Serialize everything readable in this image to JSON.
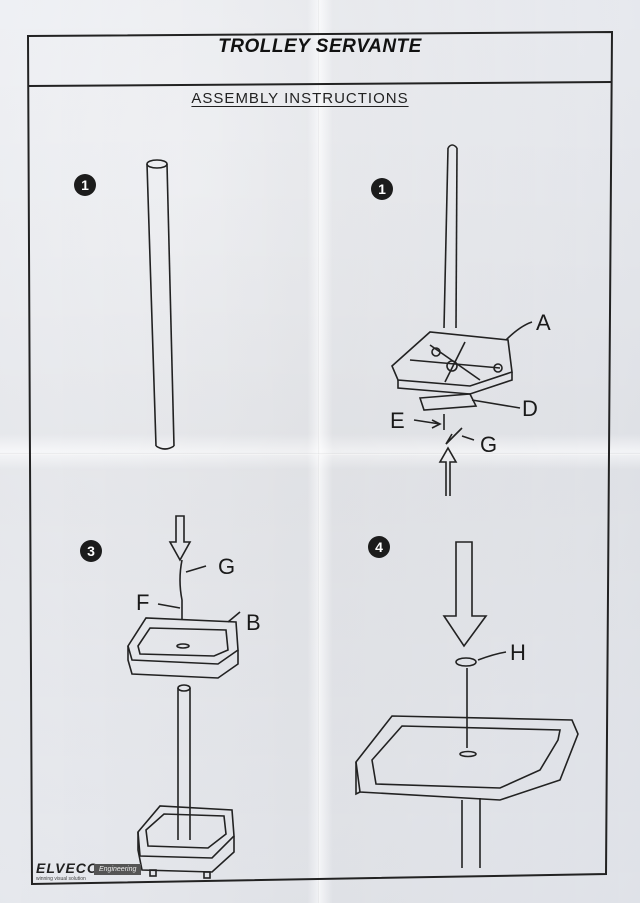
{
  "document": {
    "title": "TROLLEY SERVANTE",
    "subtitle": "ASSEMBLY INSTRUCTIONS"
  },
  "steps": [
    {
      "badge": "1"
    },
    {
      "badge": "1"
    },
    {
      "badge": "3"
    },
    {
      "badge": "4"
    }
  ],
  "part_labels": {
    "a": "A",
    "b": "B",
    "d": "D",
    "e": "E",
    "f": "F",
    "g_step2": "G",
    "g_step3": "G",
    "h": "H"
  },
  "brand": {
    "logo_text": "ELVECO",
    "tag": "Engineering",
    "slogan": "winning visual solution"
  }
}
